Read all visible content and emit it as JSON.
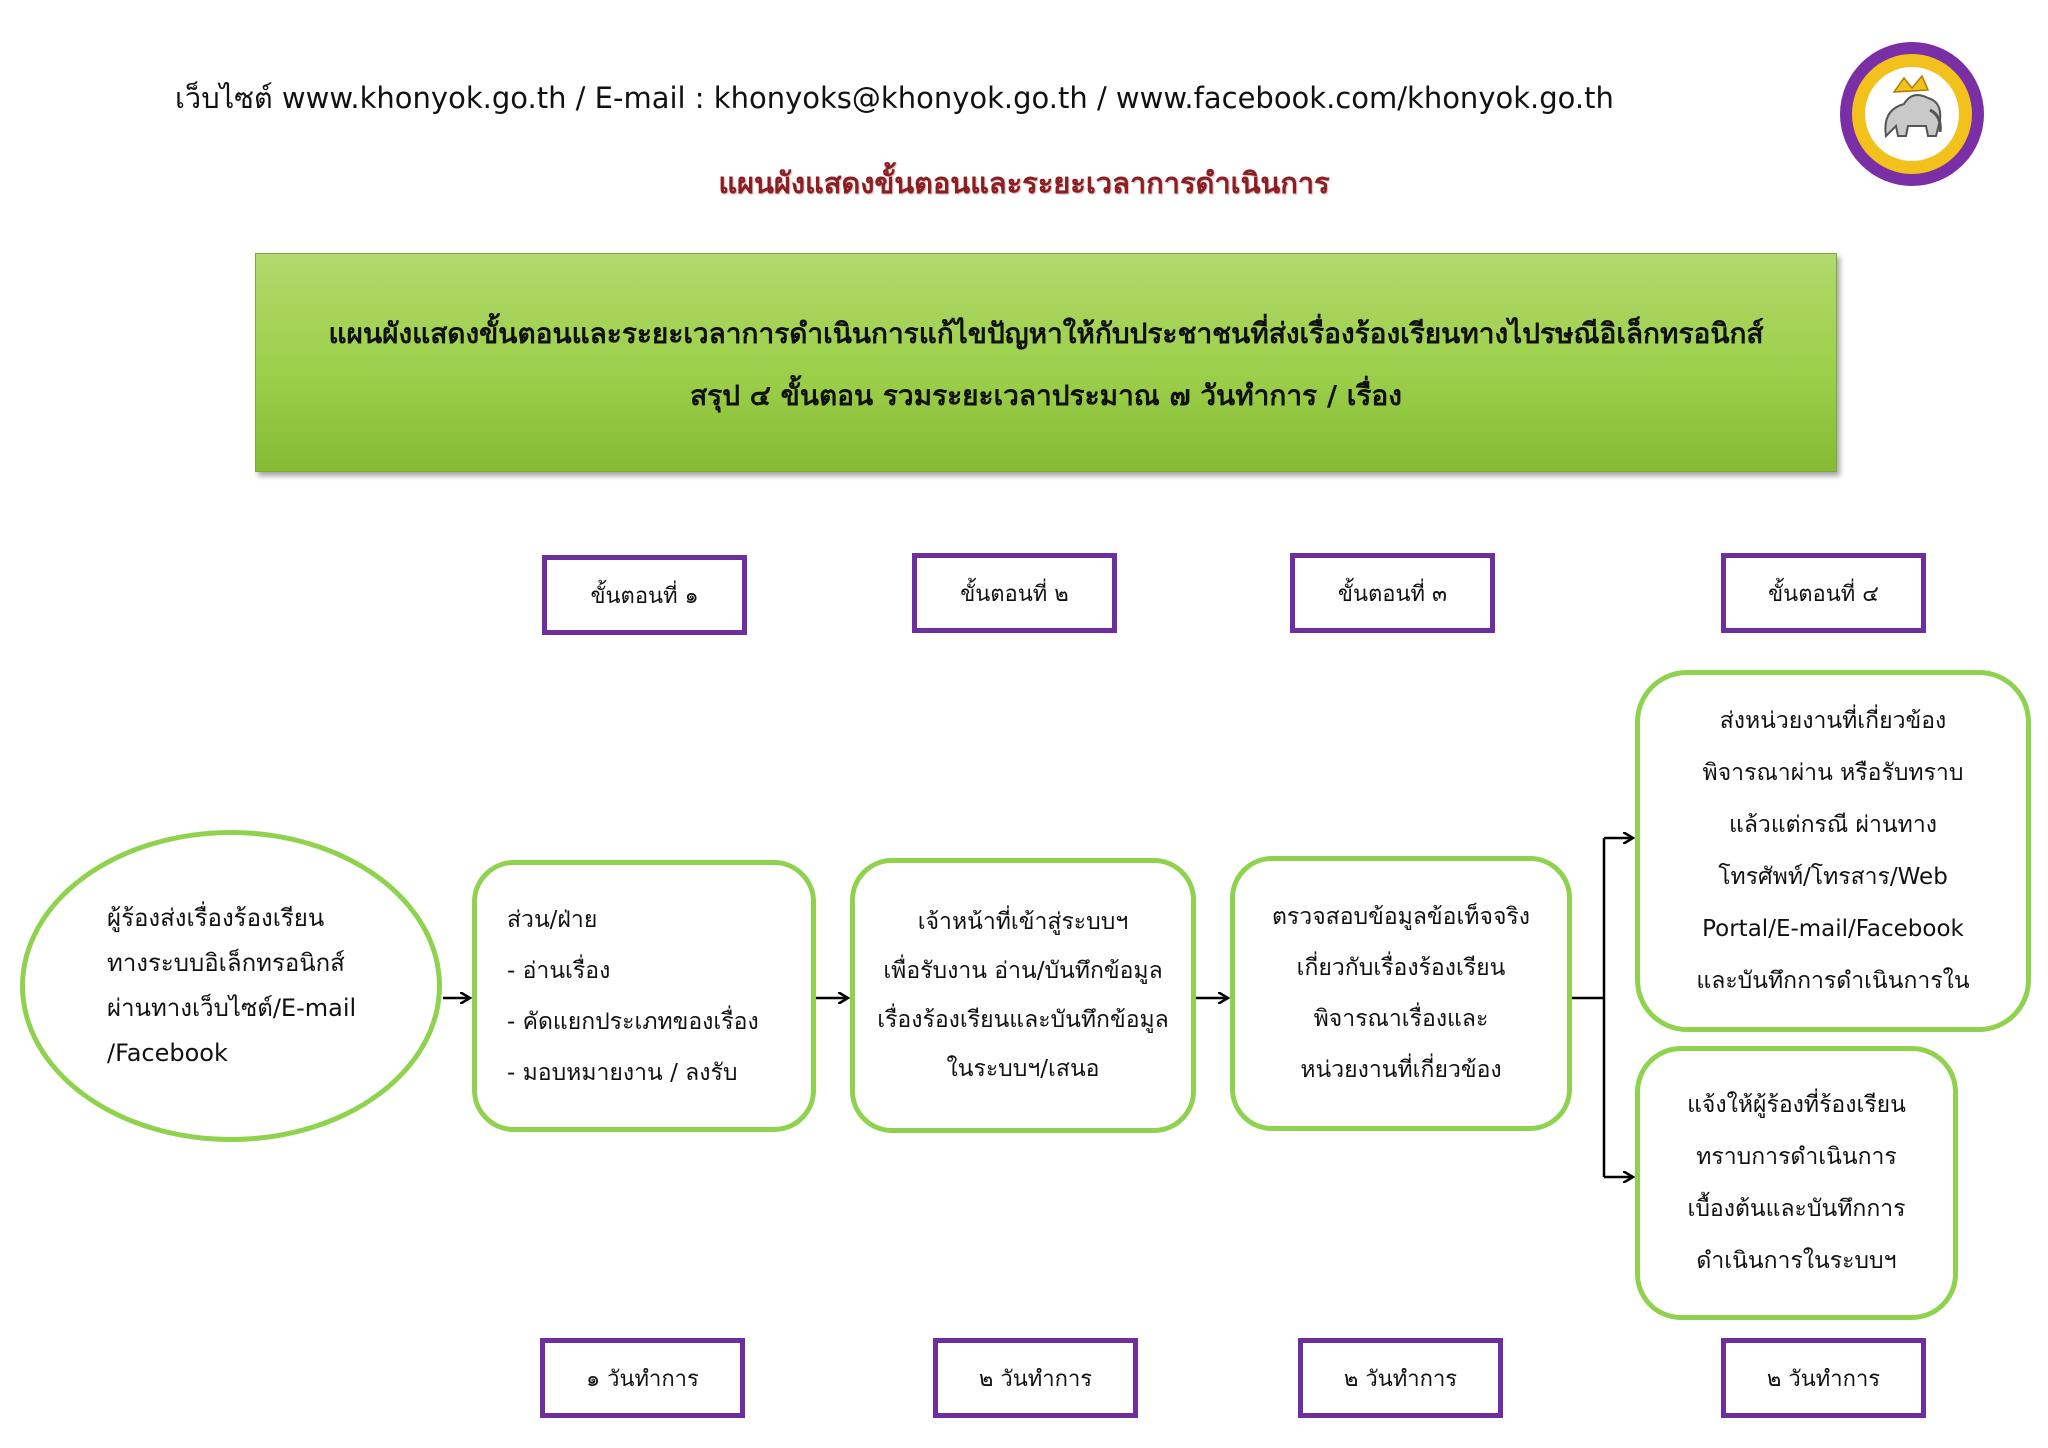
{
  "header": {
    "contact_line": "เว็บไซต์  www.khonyok.go.th / E-mail : khonyoks@khonyok.go.th / www.facebook.com/khonyok.go.th",
    "subtitle": "แผนผังแสดงขั้นตอนและระยะเวลาการดำเนินการ"
  },
  "colors": {
    "step_border": "#6e2ea0",
    "box_border": "#8fd24e",
    "banner": "#9ccf4a",
    "subtitle": "#8b1e22"
  },
  "banner": {
    "line1": "แผนผังแสดงขั้นตอนและระยะเวลาการดำเนินการแก้ไขปัญหาให้กับประชาชนที่ส่งเรื่องร้องเรียนทางไปรษณีอิเล็กทรอนิกส์",
    "line2": "สรุป ๔ ขั้นตอน รวมระยะเวลาประมาณ ๗ วันทำการ / เรื่อง"
  },
  "steps": [
    {
      "label": "ขั้นตอนที่ ๑",
      "duration": "๑ วันทำการ"
    },
    {
      "label": "ขั้นตอนที่ ๒",
      "duration": "๒ วันทำการ"
    },
    {
      "label": "ขั้นตอนที่ ๓",
      "duration": "๒ วันทำการ"
    },
    {
      "label": "ขั้นตอนที่ ๔",
      "duration": "๒ วันทำการ"
    }
  ],
  "flow": {
    "start": [
      "ผู้ร้องส่งเรื่องร้องเรียน",
      "ทางระบบอิเล็กทรอนิกส์",
      "ผ่านทางเว็บไซต์/E-mail",
      "/Facebook"
    ],
    "box1": [
      "ส่วน/ฝ่าย",
      "- อ่านเรื่อง",
      "- คัดแยกประเภทของเรื่อง",
      "- มอบหมายงาน / ลงรับ"
    ],
    "box2": [
      "เจ้าหน้าที่เข้าสู่ระบบฯ",
      "เพื่อรับงาน อ่าน/บันทึกข้อมูล",
      "เรื่องร้องเรียนและบันทึกข้อมูล",
      "ในระบบฯ/เสนอ"
    ],
    "box3": [
      "ตรวจสอบข้อมูลข้อเท็จจริง",
      "เกี่ยวกับเรื่องร้องเรียน",
      "พิจารณาเรื่องและ",
      "หน่วยงานที่เกี่ยวข้อง"
    ],
    "box4a": [
      "ส่งหน่วยงานที่เกี่ยวข้อง",
      "พิจารณาผ่าน หรือรับทราบ",
      "แล้วแต่กรณี ผ่านทาง",
      "โทรศัพท์/โทรสาร/Web",
      "Portal/E-mail/Facebook",
      "และบันทึกการดำเนินการใน"
    ],
    "box4b": [
      "แจ้งให้ผู้ร้องที่ร้องเรียน",
      "ทราบการดำเนินการ",
      "เบื้องต้นและบันทึกการ",
      "ดำเนินการในระบบฯ"
    ]
  }
}
